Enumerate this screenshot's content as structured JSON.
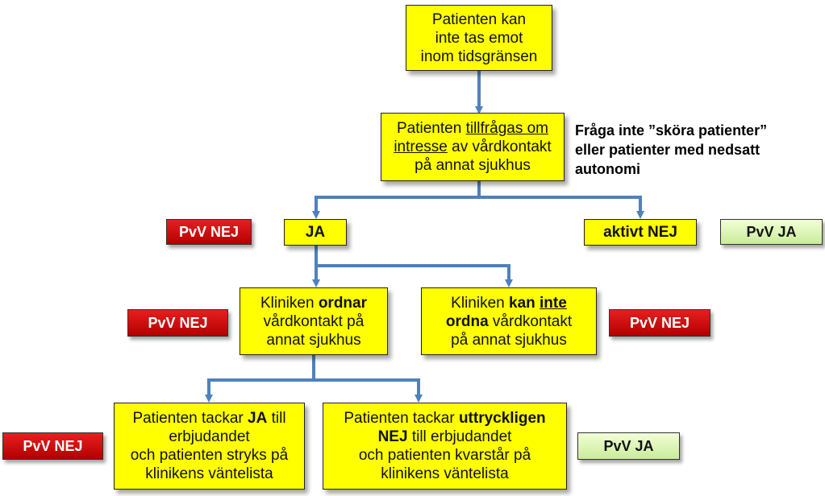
{
  "boxes": {
    "start": [
      "Patienten kan",
      "inte tas emot",
      "inom tidsgränsen"
    ],
    "ask": [
      [
        {
          "t": "Patienten "
        },
        {
          "t": "tillfrågas om",
          "s": "u"
        }
      ],
      [
        {
          "t": "intresse",
          "s": "u"
        },
        {
          "t": " av vårdkontakt"
        }
      ],
      [
        {
          "t": "på annat sjukhus"
        }
      ]
    ],
    "ja": "JA",
    "aktivt_nej": "aktivt NEJ",
    "ordnar": [
      [
        {
          "t": "Kliniken "
        },
        {
          "t": "ordnar",
          "s": "b"
        }
      ],
      [
        {
          "t": "vårdkontakt på"
        }
      ],
      [
        {
          "t": "annat sjukhus"
        }
      ]
    ],
    "kan_inte": [
      [
        {
          "t": "Kliniken "
        },
        {
          "t": "kan ",
          "s": "b"
        },
        {
          "t": "inte",
          "s": "bu"
        }
      ],
      [
        {
          "t": "ordna",
          "s": "b"
        },
        {
          "t": " vårdkontakt"
        }
      ],
      [
        {
          "t": "på annat sjukhus"
        }
      ]
    ],
    "tackar_ja": [
      [
        {
          "t": "Patienten tackar "
        },
        {
          "t": "JA",
          "s": "b"
        },
        {
          "t": " till"
        }
      ],
      [
        {
          "t": "erbjudandet"
        }
      ],
      [
        {
          "t": "och patienten stryks på"
        }
      ],
      [
        {
          "t": "klinikens väntelista"
        }
      ]
    ],
    "tackar_nej": [
      [
        {
          "t": "Patienten tackar "
        },
        {
          "t": "uttryckligen",
          "s": "b"
        }
      ],
      [
        {
          "t": "NEJ",
          "s": "b"
        },
        {
          "t": " till erbjudandet"
        }
      ],
      [
        {
          "t": "och patienten kvarstår på"
        }
      ],
      [
        {
          "t": "klinikens väntelista"
        }
      ]
    ]
  },
  "note": [
    "Fråga inte ”sköra patienter”",
    "eller patienter med nedsatt",
    "autonomi"
  ],
  "badges": {
    "pvv_nej_1": "PvV NEJ",
    "pvv_ja_1": "PvV JA",
    "pvv_nej_2": "PvV NEJ",
    "pvv_nej_3": "PvV NEJ",
    "pvv_nej_4": "PvV NEJ",
    "pvv_ja_2": "PvV JA"
  },
  "colors": {
    "box_fill": "#ffff00",
    "connector": "#4f81bd",
    "badge_red": "#d00000",
    "badge_green": "#d7f5b0"
  }
}
